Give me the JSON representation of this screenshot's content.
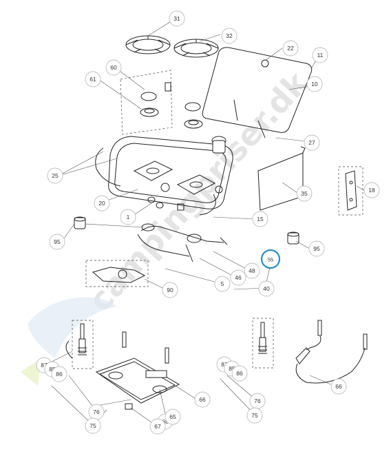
{
  "watermark": {
    "text": "campingpriser.dk"
  },
  "highlight": {
    "label": "55",
    "color": "#2a8fc9"
  },
  "callouts": [
    "31",
    "32",
    "22",
    "11",
    "10",
    "60",
    "61",
    "27",
    "25",
    "20",
    "35",
    "18",
    "1",
    "15",
    "95",
    "95",
    "5",
    "46",
    "48",
    "40",
    "90",
    "87",
    "85",
    "86",
    "76",
    "75",
    "68",
    "65",
    "67",
    "66",
    "87",
    "85",
    "86",
    "76",
    "75",
    "66"
  ]
}
